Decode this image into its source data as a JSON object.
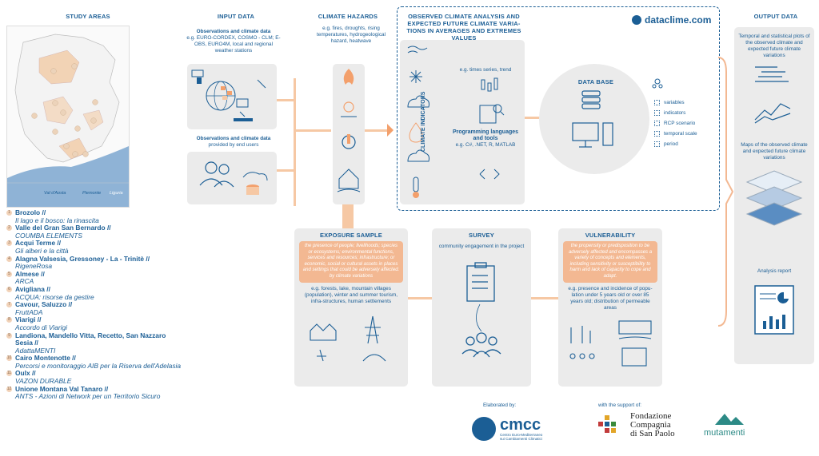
{
  "headers": {
    "study_areas": "STUDY AREAS",
    "input_data": "INPUT DATA",
    "climate_hazards": "CLIMATE HAZARDS",
    "observed": "OBSERVED CLIMATE ANALYSIS AND EXPECTED FUTURE CLIMATE VARIA-TIONS IN AVERAGES AND EXTREMES VALUES",
    "output_data": "OUTPUT DATA"
  },
  "map": {
    "labels": [
      "Val d'Aosta",
      "Piemonte",
      "Liguria"
    ],
    "markers": [
      "1",
      "2",
      "3",
      "4",
      "5",
      "6",
      "7",
      "8",
      "9",
      "10",
      "11",
      "12"
    ]
  },
  "study_areas": [
    {
      "num": "1",
      "name": "Brozolo //",
      "sub": "Il lago e il bosco: la rinascita"
    },
    {
      "num": "2",
      "name": "Valle del Gran San Bernardo //",
      "sub": "COUMBA ELEMENTS"
    },
    {
      "num": "3",
      "name": "Acqui Terme //",
      "sub": "Gli alberi e la città"
    },
    {
      "num": "4",
      "name": "Alagna Valsesia, Gressoney - La - Trinitè //",
      "sub": "RigeneRosa"
    },
    {
      "num": "5",
      "name": "Almese //",
      "sub": "ARCA"
    },
    {
      "num": "6",
      "name": "Avigliana //",
      "sub": "ACQUA: risorse da gestire"
    },
    {
      "num": "7",
      "name": "Cavour, Saluzzo //",
      "sub": "FruttADA"
    },
    {
      "num": "8",
      "name": "Viarigi //",
      "sub": "Accordo di Viarigi"
    },
    {
      "num": "9",
      "name": "Landiona, Mandello Vitta, Recetto, San Nazzaro Sesia //",
      "sub": "AdattaMENTI"
    },
    {
      "num": "10",
      "name": "Cairo Montenotte //",
      "sub": "Percorsi e monitoraggio AIB per la Riserva dell'Adelasia"
    },
    {
      "num": "11",
      "name": "Oulx //",
      "sub": "VAZON DURABLE"
    },
    {
      "num": "12",
      "name": "Unione Montana Val Tanaro //",
      "sub": "ANTS - Azioni di Network per un Territorio Sicuro"
    }
  ],
  "input": {
    "obs_title": "Observations and climate data",
    "obs_text": "e.g. EURO-CORDEX, COSMO - CLM; E-OBS, EURO4M, local and regional weather stations",
    "user_title": "Observations and climate data",
    "user_text": "provided by end users"
  },
  "hazards": {
    "text": "e.g. fires, droughts, rising temperatures, hydrogeological hazard, heatwave"
  },
  "observed": {
    "indicators_label": "CLIMATE INDICATORS",
    "series_text": "e.g. times series, trend",
    "prog_title": "Programming languages and tools",
    "prog_text": "e.g. C#, .NET, R, MATLAB",
    "database": "DATA BASE",
    "db_items": [
      "variables",
      "indicators",
      "RCP scenario",
      "temporal scale",
      "period"
    ],
    "brand": "dataclime.com"
  },
  "exposure": {
    "title": "EXPOSURE SAMPLE",
    "note": "the presence of people; livelihoods; species or ecosystems; environmental functions, services and resources; infrastructure; or economic, social or cultural assets in places and settings that could be adversely affected. by climate variations",
    "text": "e.g. forests, lake, mountain villages (population), winter and summer tourism, infra-structures, human settlements"
  },
  "survey": {
    "title": "SURVEY",
    "text": "community engagement in the project"
  },
  "vulnerability": {
    "title": "VULNERABILITY",
    "note": "the propensity or predisposition to be adversely affected and encompasses a variety of concepts and elements, including sensitivity or susceptibility to harm and lack of capacity to cope and adapt.",
    "text": "e.g. presence and incidence of popu-lation under 5 years old or over 85 years old; distribution of permeable areas"
  },
  "output": {
    "plots": "Temporal and statistical plots of the observed climate and expected future climate variations",
    "maps": "Maps of the observed climate and expected future climate variations",
    "report": "Analysis report"
  },
  "footer": {
    "elaborated": "Elaborated by:",
    "cmcc": "cmcc",
    "cmcc_sub1": "Centro Euro-Mediterraneo",
    "cmcc_sub2": "sui Cambiamenti Climatici",
    "support": "with the support of:",
    "fondazione1": "Fondazione",
    "fondazione2": "Compagnia",
    "fondazione3": "di San Paolo",
    "mutamenti": "mutamenti"
  },
  "colors": {
    "blue": "#1b5e95",
    "orange": "#f3b892",
    "light_orange": "#f6c8a4",
    "panel_grey": "#ebebeb"
  }
}
